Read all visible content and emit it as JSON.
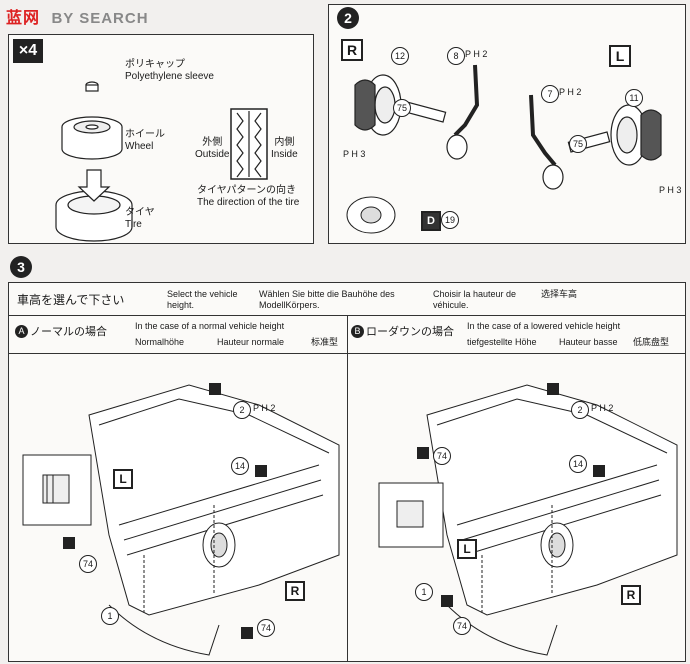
{
  "watermark": {
    "left": "蓝网",
    "right": "BY SEARCH"
  },
  "step1": {
    "count": "×4",
    "sleeve_jp": "ポリキャップ",
    "sleeve_en": "Polyethylene sleeve",
    "wheel_jp": "ホイール",
    "wheel_en": "Wheel",
    "tire_jp": "タイヤ",
    "tire_en": "Tire",
    "outside_jp": "外側",
    "outside_en": "Outside",
    "inside_jp": "内側",
    "inside_en": "Inside",
    "dir_jp": "タイヤパターンの向き",
    "dir_en": "The direction of the tire"
  },
  "step2": {
    "number": "2",
    "R": "R",
    "L": "L",
    "part12": "12",
    "part8": "8",
    "ph2_a": "P H 2",
    "part75a": "75",
    "ph3_a": "P H 3",
    "part7": "7",
    "ph2_b": "P H 2",
    "part11": "11",
    "part75b": "75",
    "ph3_b": "P H 3",
    "d_label": "D",
    "part19": "19"
  },
  "step3": {
    "number": "3",
    "select_jp": "車高を選んで下さい",
    "select_en": "Select the vehicle height.",
    "select_de": "Wählen Sie bitte die Bauhöhe des ModellKörpers.",
    "select_fr": "Choisir la hauteur de véhicule.",
    "select_cn": "选择车高",
    "a_letter": "A",
    "a_jp": "ノーマルの場合",
    "a_en": "In the case of a normal vehicle height",
    "a_de": "Normalhöhe",
    "a_fr": "Hauteur normale",
    "a_cn": "标准型",
    "b_letter": "B",
    "b_jp": "ローダウンの場合",
    "b_en": "In the case of a lowered vehicle height",
    "b_de": "tiefgestellte Höhe",
    "b_fr": "Hauteur basse",
    "b_cn": "低底盘型",
    "A": {
      "p2": "2",
      "ph2": "P H 2",
      "p14": "14",
      "L": "L",
      "p74a": "74",
      "p1": "1",
      "R": "R",
      "p74b": "74"
    },
    "B": {
      "p2": "2",
      "ph2": "P H 2",
      "p74a": "74",
      "p14": "14",
      "L": "L",
      "p1": "1",
      "R": "R",
      "p74b": "74"
    }
  }
}
